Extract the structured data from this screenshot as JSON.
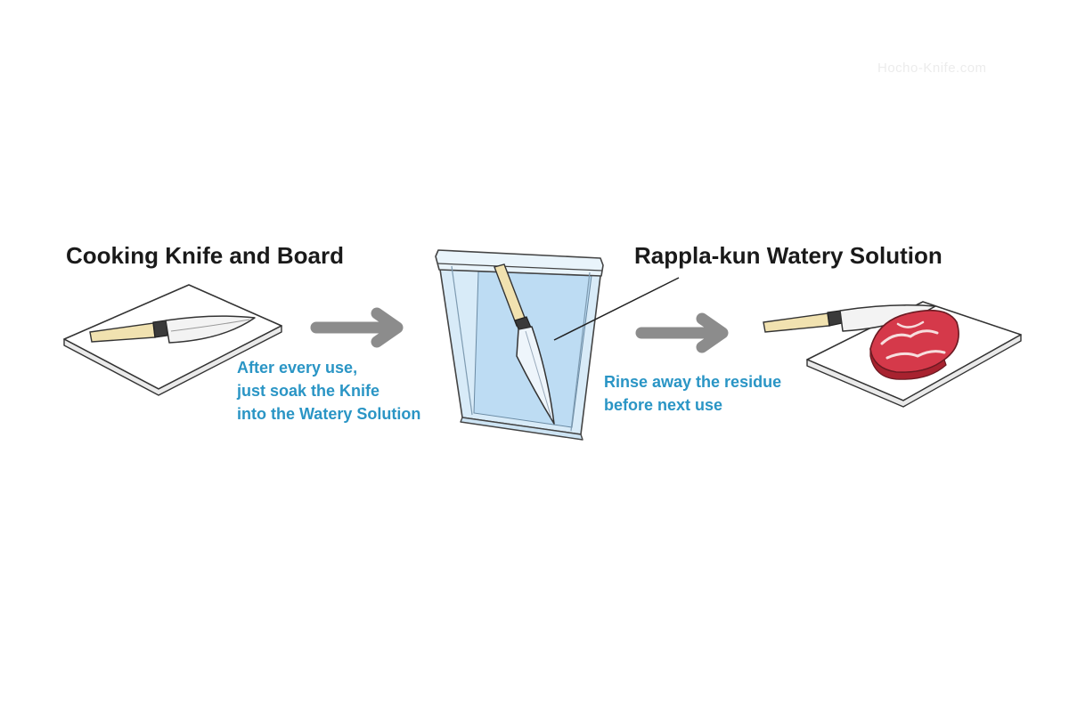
{
  "watermark": "Hocho-Knife.com",
  "titles": {
    "left": "Cooking Knife and Board",
    "right": "Rappla-kun Watery Solution"
  },
  "captions": {
    "soak": [
      "After every use,",
      "just soak the Knife",
      "into the Watery Solution"
    ],
    "rinse": [
      "Rinse away the residue",
      "before next use"
    ]
  },
  "colors": {
    "caption_text": "#2a95c5",
    "arrow": "#8c8c8c",
    "container": "#cfe6f7",
    "knife_handle": "#f1e2b0"
  },
  "icons": [
    "cutting-board-with-knife",
    "arrow-right",
    "solution-container-with-knife",
    "arrow-right",
    "cutting-board-with-knife-and-meat"
  ]
}
